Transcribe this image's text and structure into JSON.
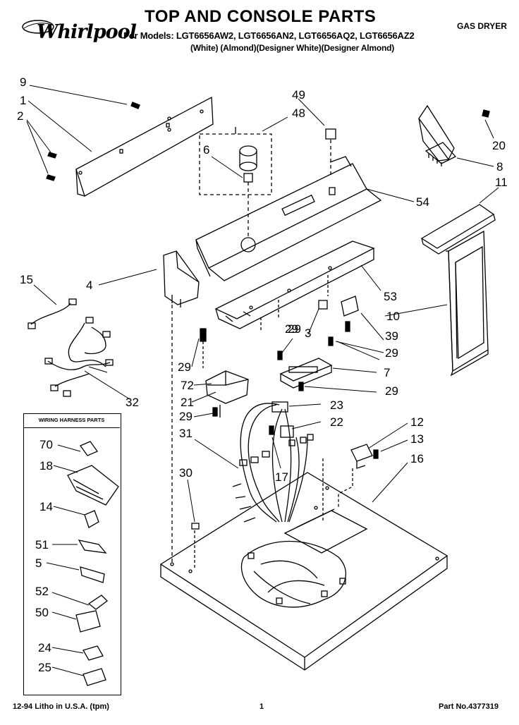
{
  "header": {
    "brand": "Whirlpool",
    "title": "TOP AND CONSOLE PARTS",
    "models": "For Models: LGT6656AW2, LGT6656AN2, LGT6656AQ2, LGT6656AZ2",
    "colors": "(White)    (Almond)(Designer White)(Designer Almond)",
    "appliance": "GAS DRYER"
  },
  "inset": {
    "title": "WIRING HARNESS PARTS"
  },
  "callouts": [
    "9",
    "1",
    "2",
    "49",
    "48",
    "6",
    "20",
    "8",
    "11",
    "54",
    "15",
    "4",
    "53",
    "10",
    "39",
    "29",
    "3",
    "72",
    "21",
    "29",
    "29",
    "7",
    "23",
    "22",
    "29",
    "31",
    "12",
    "13",
    "16",
    "17",
    "30",
    "29",
    "29",
    "70",
    "18",
    "14",
    "51",
    "5",
    "52",
    "50",
    "24",
    "25",
    "32"
  ],
  "footer": {
    "left": "12-94 Litho in U.S.A. (tpm)",
    "center": "1",
    "right": "Part No.4377319"
  }
}
